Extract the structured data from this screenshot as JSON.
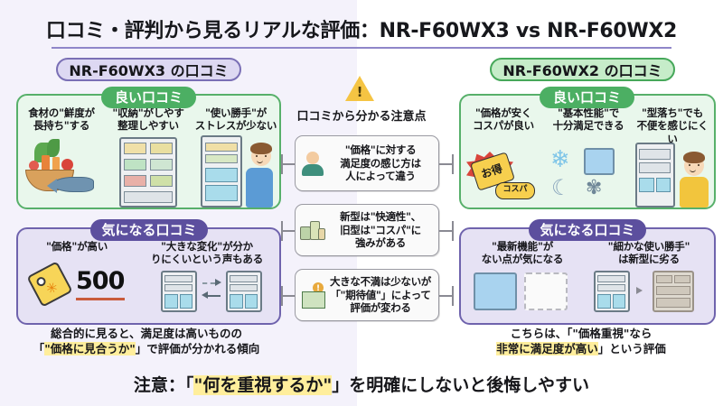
{
  "title": "口コミ・評判から見るリアルな評価：NR-F60WX3 vs NR-F60WX2",
  "left": {
    "header": "NR-F60WX3 の口コミ",
    "good_badge": "良い口コミ",
    "good_items": [
      "食材の\"鮮度が\n長持ち\"する",
      "\"収納\"がしやす\n整理しやすい",
      "\"使い勝手\"が\nストレスが少ない"
    ],
    "bad_badge": "気になる口コミ",
    "bad_items": [
      "\"価格\"が高い",
      "\"大きな変化\"が分か\nりにくいという声もある"
    ],
    "price_value": "500",
    "summary_line1": "総合的に見ると、満足度は高いものの",
    "summary_pre": "「",
    "summary_hl": "\"価格に見合うか\"",
    "summary_post": "」で評価が分かれる傾向"
  },
  "center": {
    "warning_icon": "warning-triangle-icon",
    "title": "口コミから分かる注意点",
    "cards": [
      {
        "icon": "person-icon",
        "text": "\"価格\"に対する\n満足度の感じ方は\n人によって違う"
      },
      {
        "icon": "boxes-icon",
        "text": "新型は\"快適性\"、\n旧型は\"コスパ\"に\n強みがある"
      },
      {
        "icon": "person-alert-icon",
        "text": "大きな不満は少ないが\n「\"期待値\"」によって\n評価が変わる"
      }
    ]
  },
  "right": {
    "header": "NR-F60WX2 の口コミ",
    "good_badge": "良い口コミ",
    "good_items": [
      "\"価格が安く\nコスパが良い",
      "\"基本性能\"で\n十分満足できる",
      "\"型落ち\"でも\n不便を感じにくい"
    ],
    "badge_otoku": "お得",
    "badge_cospa": "コスパ",
    "bad_badge": "気になる口コミ",
    "bad_items": [
      "\"最新機能\"が\nない点が気になる",
      "\"細かな使い勝手\"\nは新型に劣る"
    ],
    "summary_pre": "こちらは、「",
    "summary_q": "\"価格重視\"",
    "summary_mid": "なら",
    "summary_hl": "非常に満足度が高い",
    "summary_post": "」という評価"
  },
  "footer": {
    "pre": "注意：「",
    "hl": "\"何を重視するか\"",
    "post": "」を明確にしないと後悔しやすい"
  }
}
